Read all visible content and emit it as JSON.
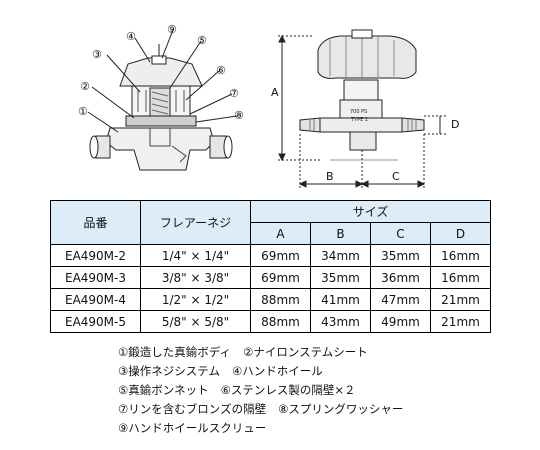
{
  "figure_left": {
    "callouts": [
      "①",
      "②",
      "③",
      "④",
      "⑤",
      "⑥",
      "⑦",
      "⑧",
      "⑨"
    ]
  },
  "figure_right": {
    "dim_labels": {
      "A": "A",
      "B": "B",
      "C": "C",
      "D": "D"
    },
    "bonnet_text": [
      "700 PS",
      "TYPE 1"
    ]
  },
  "table": {
    "headers": {
      "model": "品番",
      "flare": "フレアーネジ",
      "size": "サイズ",
      "a": "A",
      "b": "B",
      "c": "C",
      "d": "D"
    },
    "rows": [
      {
        "model": "EA490M-2",
        "flare": "1/4\" × 1/4\"",
        "a": "69mm",
        "b": "34mm",
        "c": "35mm",
        "d": "16mm"
      },
      {
        "model": "EA490M-3",
        "flare": "3/8\" × 3/8\"",
        "a": "69mm",
        "b": "35mm",
        "c": "36mm",
        "d": "16mm"
      },
      {
        "model": "EA490M-4",
        "flare": "1/2\" × 1/2\"",
        "a": "88mm",
        "b": "41mm",
        "c": "47mm",
        "d": "21mm"
      },
      {
        "model": "EA490M-5",
        "flare": "5/8\" × 5/8\"",
        "a": "88mm",
        "b": "43mm",
        "c": "49mm",
        "d": "21mm"
      }
    ]
  },
  "parts": [
    [
      "①鍛造した真鍮ボディ",
      "②ナイロンステムシート"
    ],
    [
      "③操作ネジシステム",
      "④ハンドホイール"
    ],
    [
      "⑤真鍮ボンネット",
      "⑥ステンレス製の隔壁×２"
    ],
    [
      "⑦リンを含むブロンズの隔壁",
      "⑧スプリングワッシャー"
    ],
    [
      "⑨ハンドホイールスクリュー"
    ]
  ]
}
